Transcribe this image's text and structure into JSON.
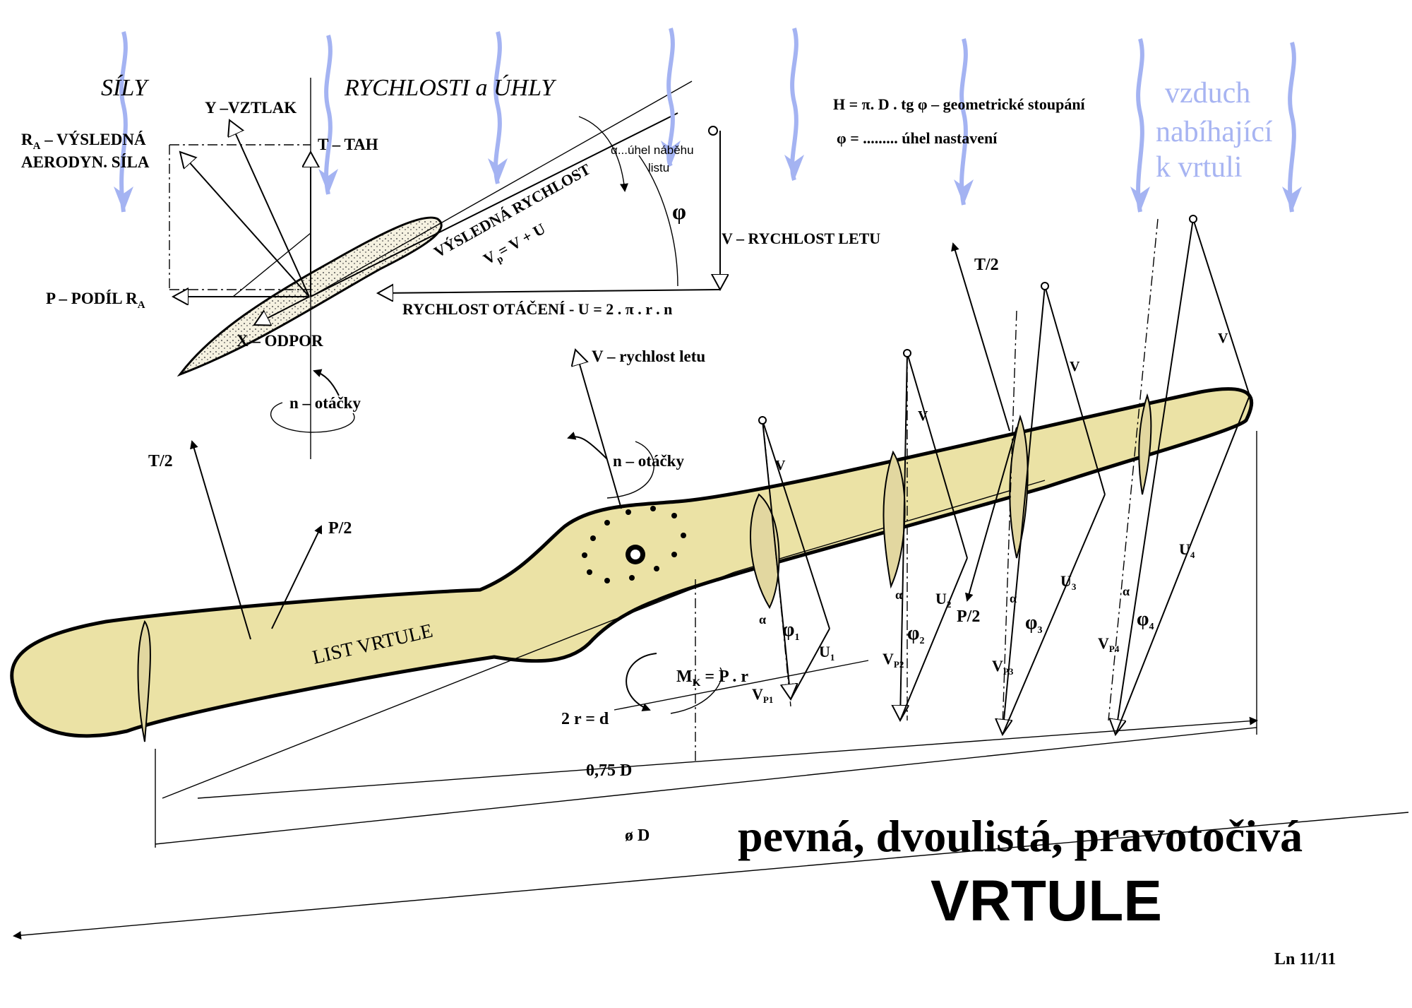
{
  "colors": {
    "blade_fill": "#ebe2a5",
    "air_arrows": "#a4b3f2",
    "air_text": "#a7b4f2",
    "ink": "#000000"
  },
  "headings": {
    "forces": "SÍLY",
    "speeds": "RYCHLOSTI a ÚHLY"
  },
  "airfoil_labels": {
    "lift": "Y –VZTLAK",
    "resultant_1": "R",
    "resultant_sub": "A",
    "resultant_2": " – VÝSLEDNÁ",
    "resultant_3": "AERODYN. SÍLA",
    "thrust": "T – TAH",
    "component_1": "P – PODÍL  R",
    "component_sub": "A",
    "drag": "X – ODPOR",
    "rpm": "n – otáčky",
    "resulting_speed": "VÝSLEDNÁ RYCHLOST",
    "resulting_formula": "V",
    "resulting_formula_2": "= V  + U",
    "alpha_note": "α...úhel náběhu",
    "alpha_note_2": "listu",
    "phi": "φ",
    "flight_speed": "V – RYCHLOST  LETU",
    "rotation_speed": "RYCHLOST  OTÁČENÍ  -  U = 2 . π . r . n"
  },
  "formulas": {
    "pitch": "H = π. D . tg φ – geometrické stoupání",
    "setting": "φ =  .........  úhel nastavení"
  },
  "air_text": [
    "vzduch",
    "nabíhající",
    "k vrtuli"
  ],
  "propeller_labels": {
    "t_half_left": "T/2",
    "p_half_left": "P/2",
    "t_half_right": "T/2",
    "p_half_right": "P/2",
    "blade": "LIST  VRTULE",
    "flight_speed": "V – rychlost letu",
    "rpm": "n – otáčky",
    "moment": "M  = P . r",
    "moment_sub": "K",
    "two_r": "2 r = d",
    "dim_075": "0,75 D",
    "dim_d": "ø D",
    "v": "V",
    "alpha": "α",
    "u1": "U",
    "u2": "U",
    "u3": "U",
    "u4": "U",
    "vp1": "V",
    "vp2": "V",
    "vp3": "V",
    "vp4": "V",
    "sub_p1": "P1",
    "sub_p2": "P2",
    "sub_p3": "P3",
    "sub_p4": "P4",
    "sub_1": "1",
    "sub_2": "2",
    "sub_3": "3",
    "sub_4": "4"
  },
  "title": {
    "line1": "pevná, dvoulistá, pravotočivá",
    "line2": "VRTULE"
  },
  "page_ref": "Ln 11/11"
}
